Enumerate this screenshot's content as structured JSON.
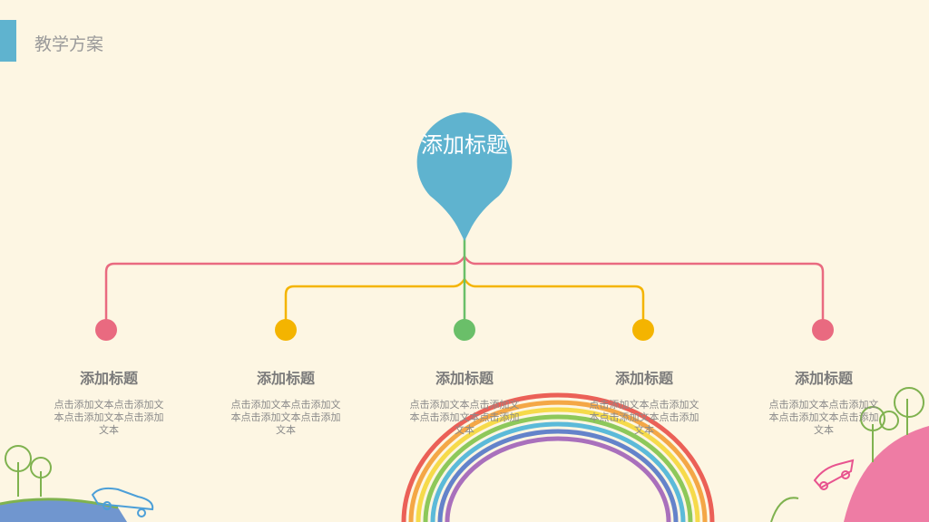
{
  "header": {
    "title": "教学方案",
    "accent_color": "#5fb3cf"
  },
  "center": {
    "label": "添加标题",
    "color": "#5fb3cf"
  },
  "branches": [
    {
      "title": "添加标题",
      "text": "点击添加文本点击添加文本点击添加文本点击添加文本",
      "color": "#e96a80"
    },
    {
      "title": "添加标题",
      "text": "点击添加文本点击添加文本点击添加文本点击添加文本",
      "color": "#f4b400"
    },
    {
      "title": "添加标题",
      "text": "点击添加文本点击添加文本点击添加文本点击添加文本",
      "color": "#6abf69"
    },
    {
      "title": "添加标题",
      "text": "点击添加文本点击添加文本点击添加文本点击添加文本",
      "color": "#f4b400"
    },
    {
      "title": "添加标题",
      "text": "点击添加文本点击添加文本点击添加文本点击添加文本",
      "color": "#e96a80"
    }
  ]
}
